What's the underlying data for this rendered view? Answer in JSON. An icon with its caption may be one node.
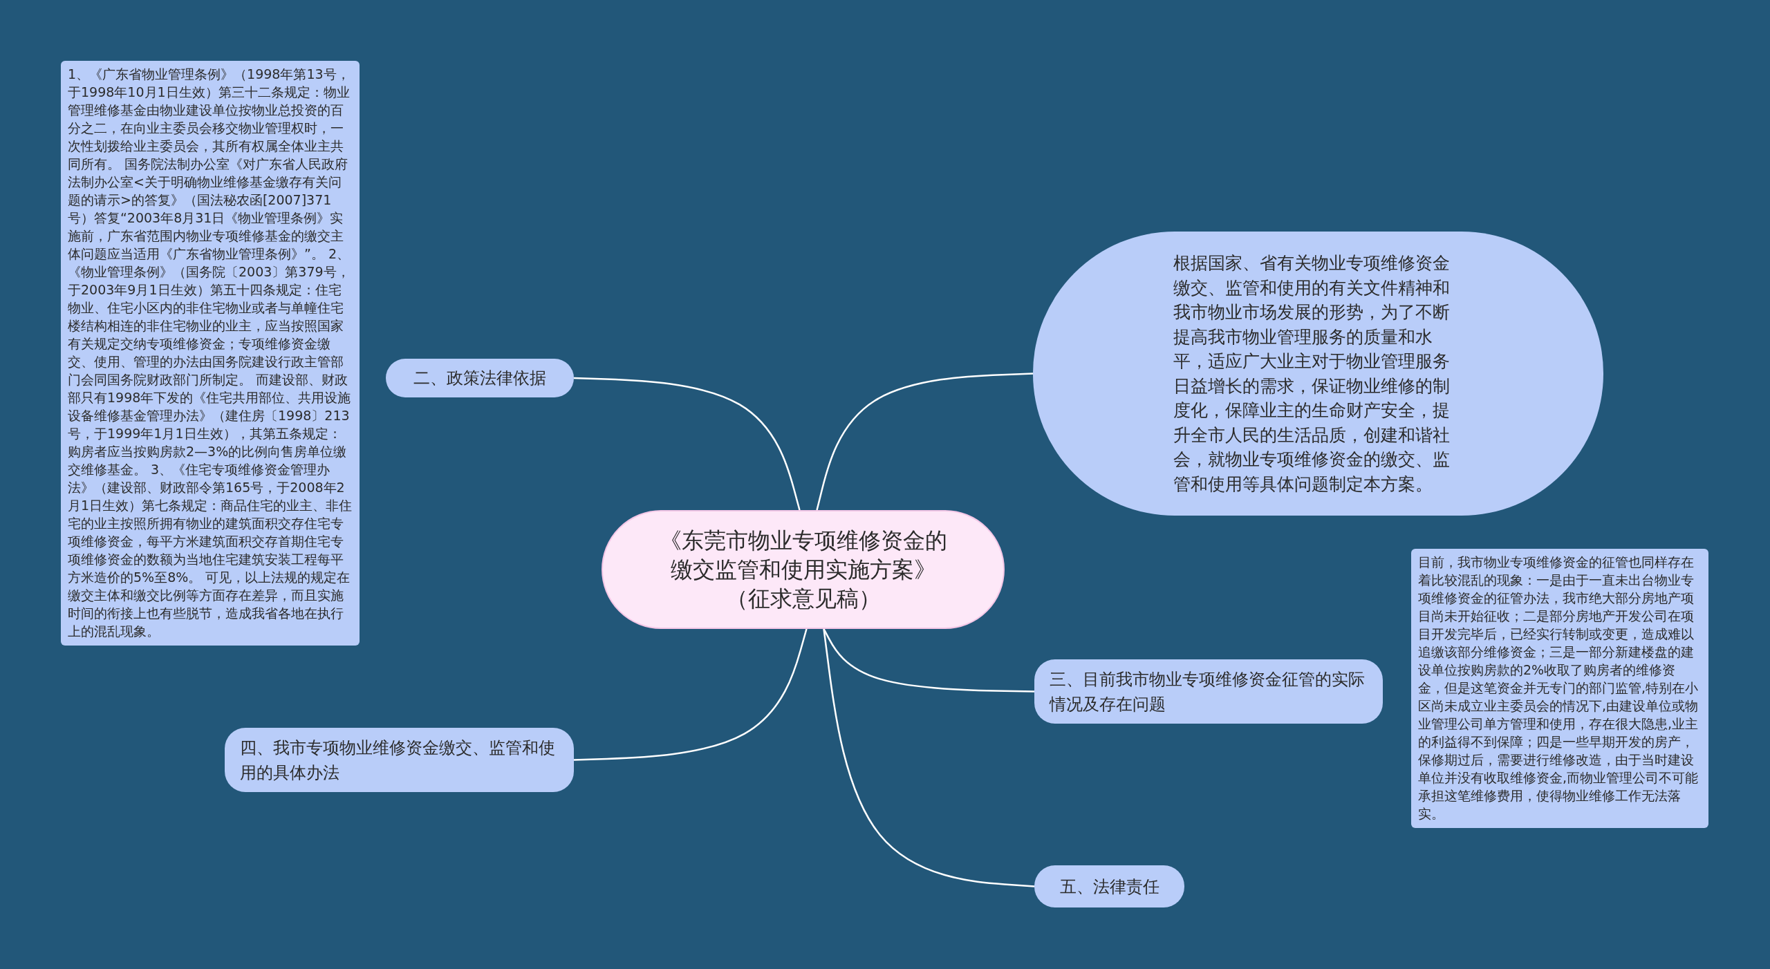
{
  "diagram": {
    "nodes": [
      {
        "text": [
          "《东莞市物业专项维修资金的缴交监管和使用实施方案》（征求意见稿）"
        ]
      },
      {
        "text": [
          "根据国家、省有关物业专项维修资金缴交、监管和使用的有关文件精神和我市物业市场发展的形势，为了不断提高我市物业管理服务的质量和水平，适应广大业主对于物业管理服务日益增长的需求，保证物业维修的制度化，保障业主的生命财产安全，提升全市人民的生活品质，创建和谐社会，就物业专项维修资金的缴交、监管和使用等具体问题制定本方案。"
        ]
      },
      {
        "text": [
          "二、政策法律依据"
        ]
      },
      {
        "text": [
          "1、《广东省物业管理条例》（1998年第13号，于1998年10月1日生效）第三十二条规定：物业管理维修基金由物业建设单位按物业总投资的百分之二，在向业主委员会移交物业管理权时，一次性划拨给业主委员会，其所有权属全体业主共同所有。 国务院法制办公室《对广东省人民政府法制办公室<关于明确物业维修基金缴存有关问题的请示>的答复》（国法秘农函[2007]371号）答复“2003年8月31日《物业管理条例》实施前，广东省范围内物业专项维修基金的缴交主体问题应当适用《广东省物业管理条例》”。 2、《物业管理条例》（国务院〔2003〕第379号，于2003年9月1日生效）第五十四条规定：住宅物业、住宅小区内的非住宅物业或者与单幢住宅楼结构相连的非住宅物业的业主，应当按照国家有关规定交纳专项维修资金；专项维修资金缴交、使用、管理的办法由国务院建设行政主管部门会同国务院财政部门所制定。 而建设部、财政部只有1998年下发的《住宅共用部位、共用设施设备维修基金管理办法》（建住房〔1998〕213号，于1999年1月1日生效），其第五条规定：购房者应当按购房款2—3%的比例向售房单位缴交维修基金。 3、《住宅专项维修资金管理办法》（建设部、财政部令第165号，于2008年2月1日生效）第七条规定：商品住宅的业主、非住宅的业主按照所拥有物业的建筑面积交存住宅专项维修资金，每平方米建筑面积交存首期住宅专项维修资金的数额为当地住宅建筑安装工程每平方米造价的5%至8%。 可见，以上法规的规定在缴交主体和缴交比例等方面存在差异，而且实施时间的衔接上也有些脱节，造成我省各地在执行上的混乱现象。"
        ]
      },
      {
        "text": [
          "三、目前我市物业专项维修资金征管的实际情况及存在问题"
        ]
      },
      {
        "text": [
          "目前，我市物业专项维修资金的征管也同样存在着比较混乱的现象：一是由于一直未出台物业专项维修资金的征管办法，我市绝大部分房地产项目尚未开始征收；二是部分房地产开发公司在项目开发完毕后，已经实行转制或变更，造成难以追缴该部分维修资金；三是一部分新建楼盘的建设单位按购房款的2%收取了购房者的维修资金，但是这笔资金并无专门的部门监管,特别在小区尚未成立业主委员会的情况下,由建设单位或物业管理公司单方管理和使用，存在很大隐患,业主的利益得不到保障；四是一些早期开发的房产，保修期过后，需要进行维修改造，由于当时建设单位并没有收取维修资金,而物业管理公司不可能承担这笔维修费用，使得物业维修工作无法落实。"
        ]
      },
      {
        "text": [
          "四、我市专项物业维修资金缴交、监管和使用的具体办法"
        ]
      },
      {
        "text": [
          "五、法律责任"
        ]
      }
    ],
    "edges": [
      {
        "from": 0,
        "to": 1,
        "arrow": "none"
      },
      {
        "from": 0,
        "to": 2,
        "arrow": "none"
      },
      {
        "from": 0,
        "to": 4,
        "arrow": "none"
      },
      {
        "from": 0,
        "to": 6,
        "arrow": "none"
      },
      {
        "from": 0,
        "to": 7,
        "arrow": "none"
      }
    ]
  }
}
